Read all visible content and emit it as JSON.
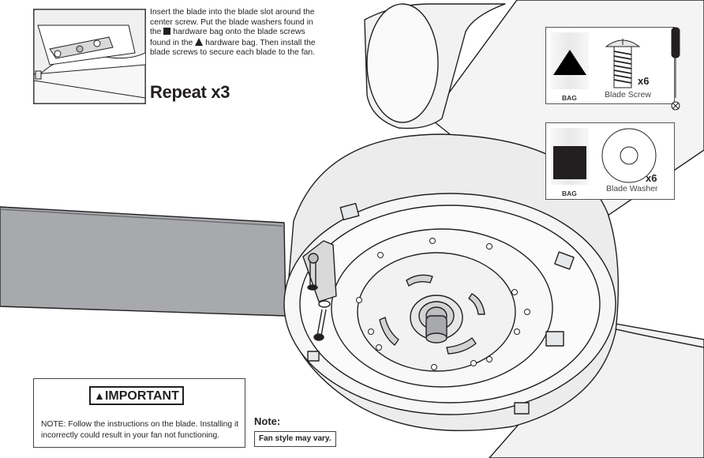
{
  "instructions": {
    "part1": "Insert the blade into the blade slot around the center screw. Put the blade washers found in the",
    "part2": "hardware bag onto the blade screws found in the",
    "part3": "hardware bag. Then install the blade screws to secure each blade to the fan."
  },
  "repeat": "Repeat x3",
  "hardware": {
    "screw": {
      "bag_label": "BAG",
      "qty": "x6",
      "name": "Blade Screw",
      "bag_symbol": "triangle-icon"
    },
    "washer": {
      "bag_label": "BAG",
      "qty": "x6",
      "name": "Blade Washer",
      "bag_symbol": "square-icon"
    }
  },
  "important": {
    "title": "IMPORTANT",
    "text": "NOTE: Follow the instructions on the blade. Installing it incorrectly could result in your fan not functioning."
  },
  "note": {
    "label": "Note:",
    "text": "Fan style may vary."
  }
}
